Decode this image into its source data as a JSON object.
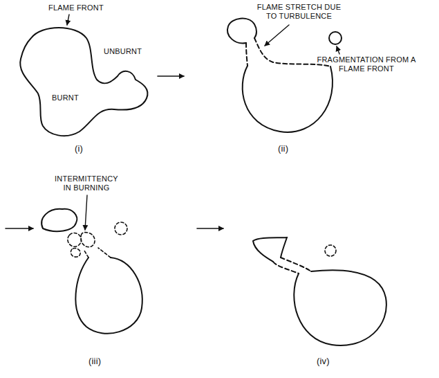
{
  "diagram": {
    "labels": [
      "FLAME FRONT",
      "UNBURNT",
      "BURNT",
      "(i)",
      "FLAME STRETCH DUE TO TURBULENCE",
      "FRAGMENTATION FROM A FLAME FRONT",
      "(ii)",
      "INTERMITTENCY IN BURNING",
      "(iii)",
      "(iv)"
    ]
  }
}
